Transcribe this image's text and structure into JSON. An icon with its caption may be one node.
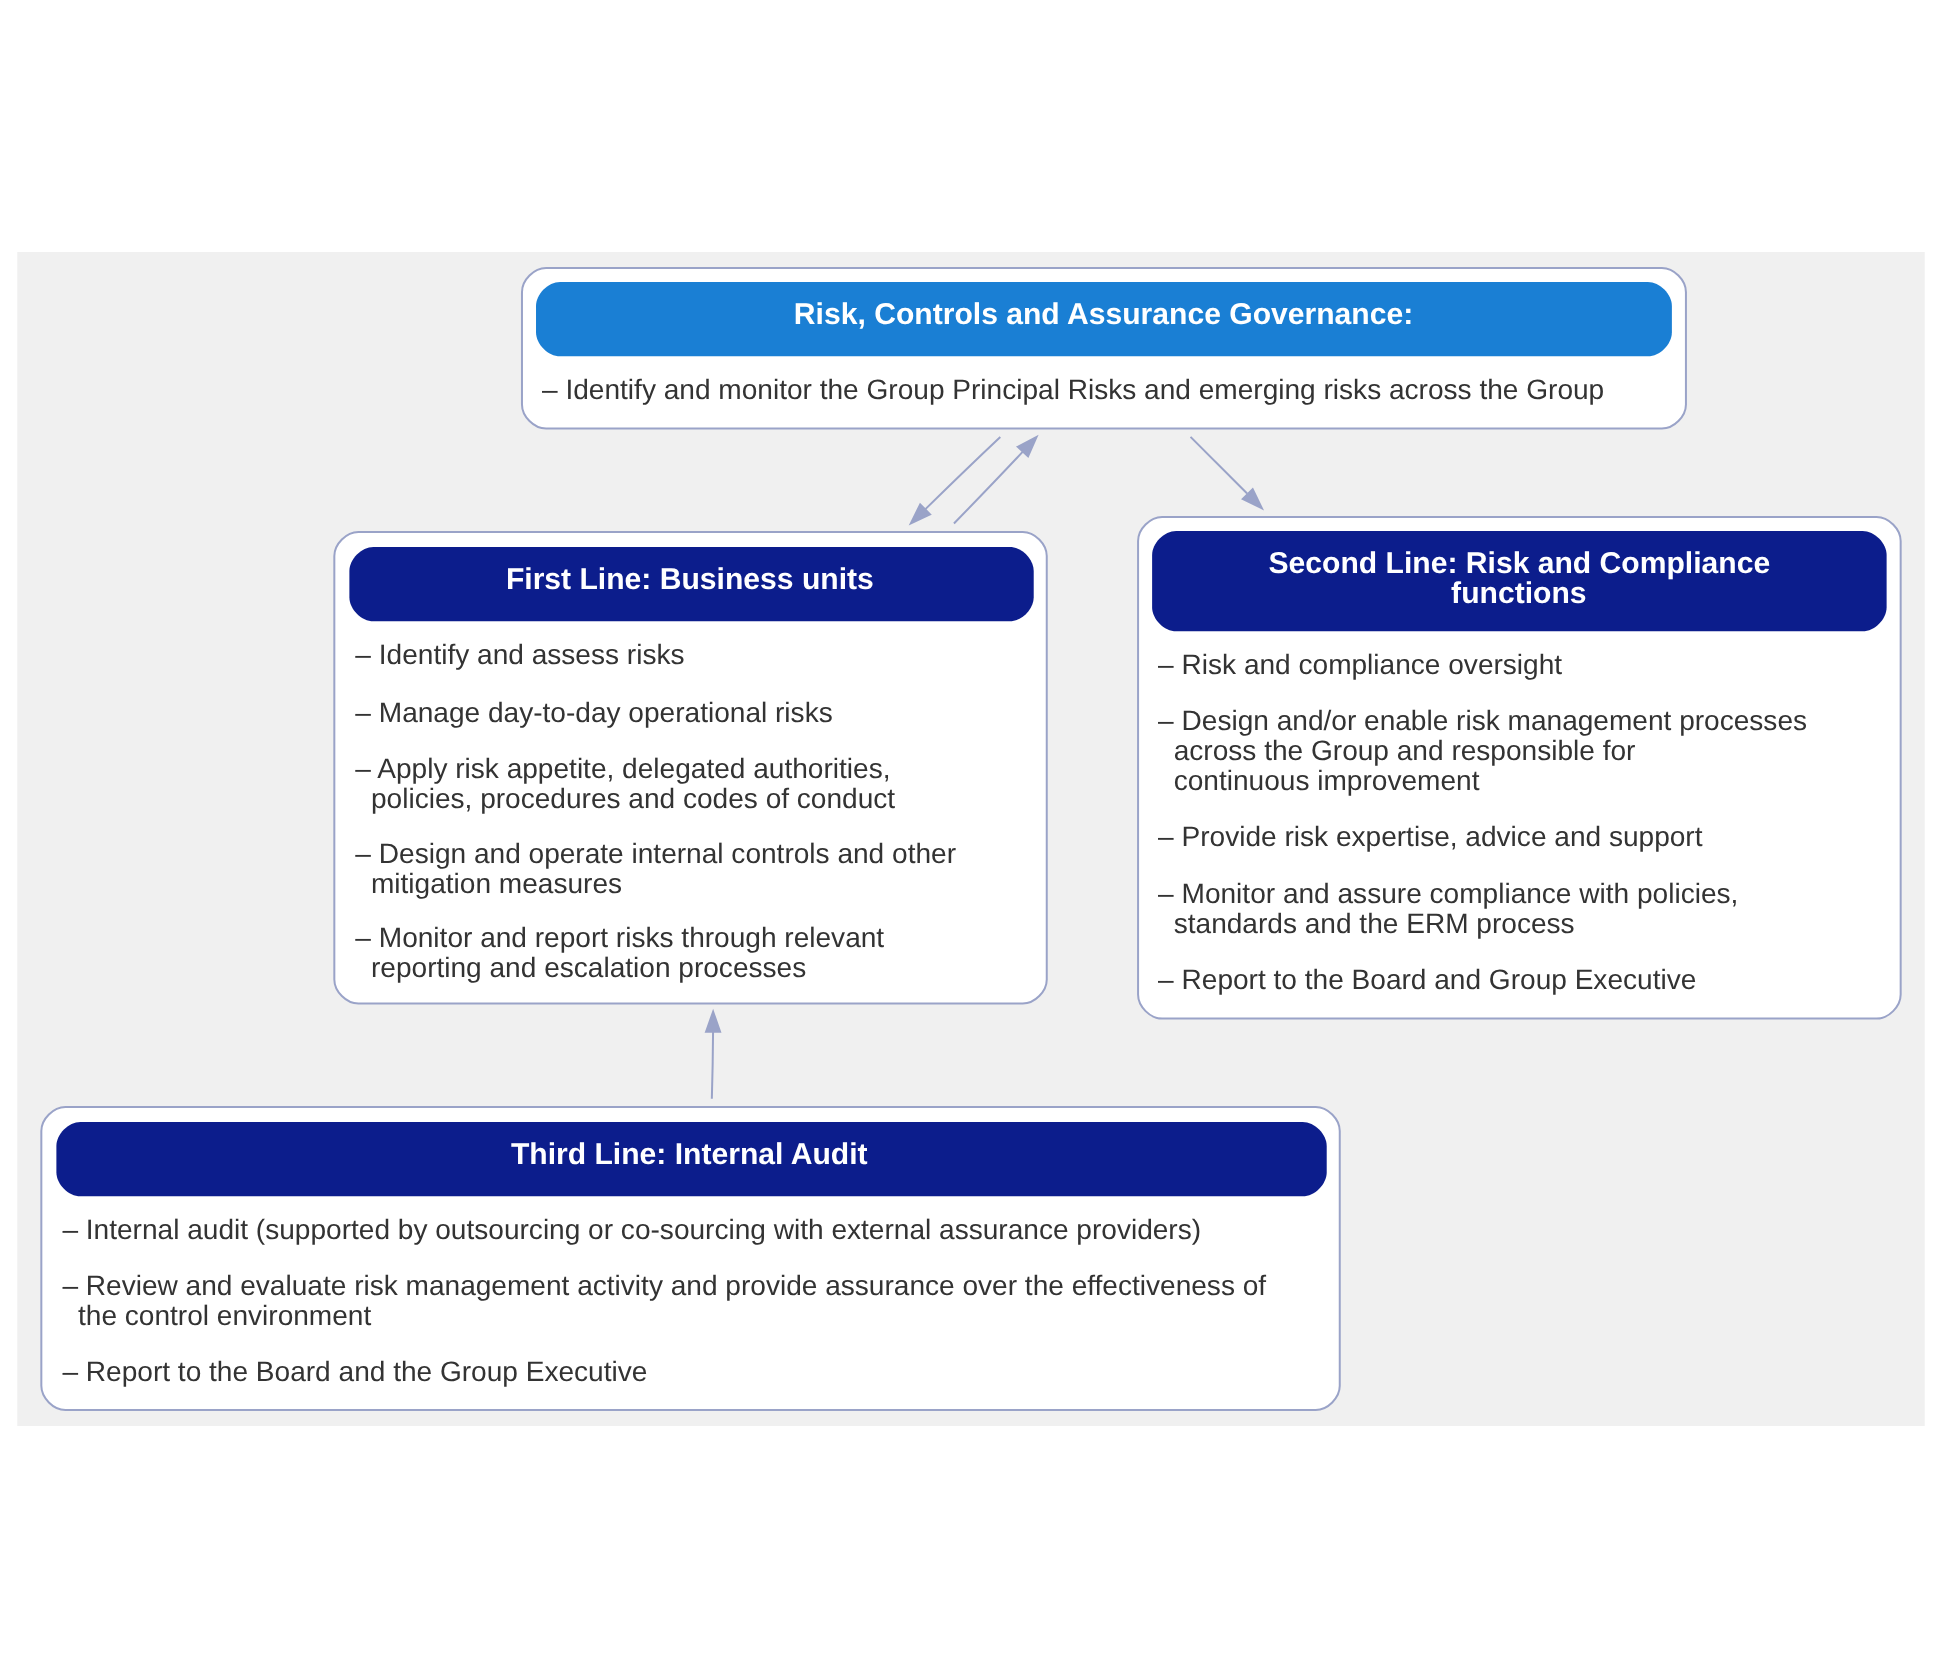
{
  "diagram": {
    "nodes": [
      {
        "text": [
          "Risk, Controls and Assurance Governance:",
          "– Identify and monitor the Group Principal Risks and emerging risks across the Group"
        ]
      },
      {
        "text": [
          "First Line: Business units",
          "– Identify and assess risks",
          "– Manage day-to-day operational risks",
          "– Apply risk appetite, delegated authorities, policies, procedures and codes of conduct",
          "– Design and operate internal controls and other mitigation measures",
          "– Monitor and report risks through relevant reporting and escalation processes"
        ]
      },
      {
        "text": [
          "Second Line: Risk and Compliance functions",
          "– Risk and compliance oversight",
          "– Design and/or enable risk management processes across the Group and responsible for continuous improvement",
          "– Provide risk expertise, advice and support",
          "– Monitor and assure compliance with policies, standards and the ERM process",
          "– Report to the Board and Group Executive"
        ]
      },
      {
        "text": [
          "Third Line: Internal Audit",
          "– Internal audit (supported by outsourcing or co-sourcing with external assurance providers)",
          "– Review and evaluate risk management activity and provide assurance over the effectiveness of the control environment",
          "– Report to the Board and the Group Executive"
        ]
      }
    ],
    "edges": [
      {
        "from": 0,
        "to": 1,
        "arrow": "to"
      },
      {
        "from": 0,
        "to": 2,
        "arrow": "to"
      },
      {
        "from": 1,
        "to": 0,
        "arrow": "to"
      },
      {
        "from": 3,
        "to": 1,
        "arrow": "to"
      }
    ]
  }
}
